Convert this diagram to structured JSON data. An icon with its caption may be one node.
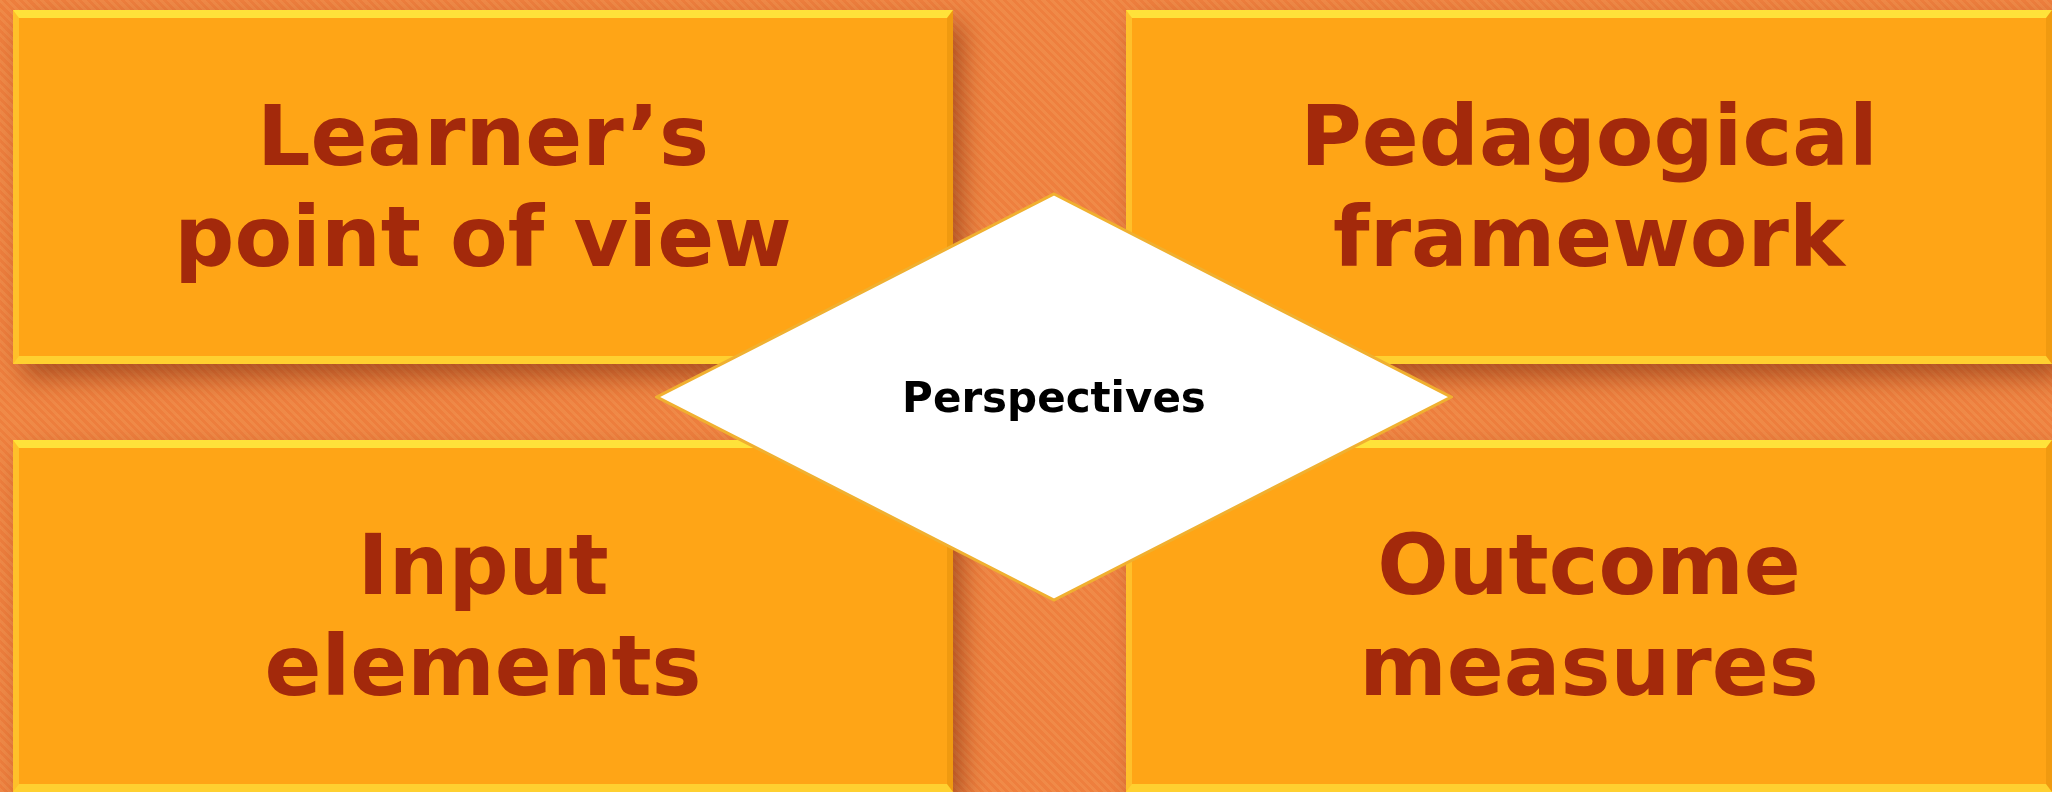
{
  "diagram": {
    "nodes": [
      {
        "text": [
          "Learner’s point of view"
        ]
      },
      {
        "text": [
          "Pedagogical framework"
        ]
      },
      {
        "text": [
          "Perspectives"
        ]
      },
      {
        "text": [
          "Input elements"
        ]
      },
      {
        "text": [
          "Outcome measures"
        ]
      }
    ]
  }
}
